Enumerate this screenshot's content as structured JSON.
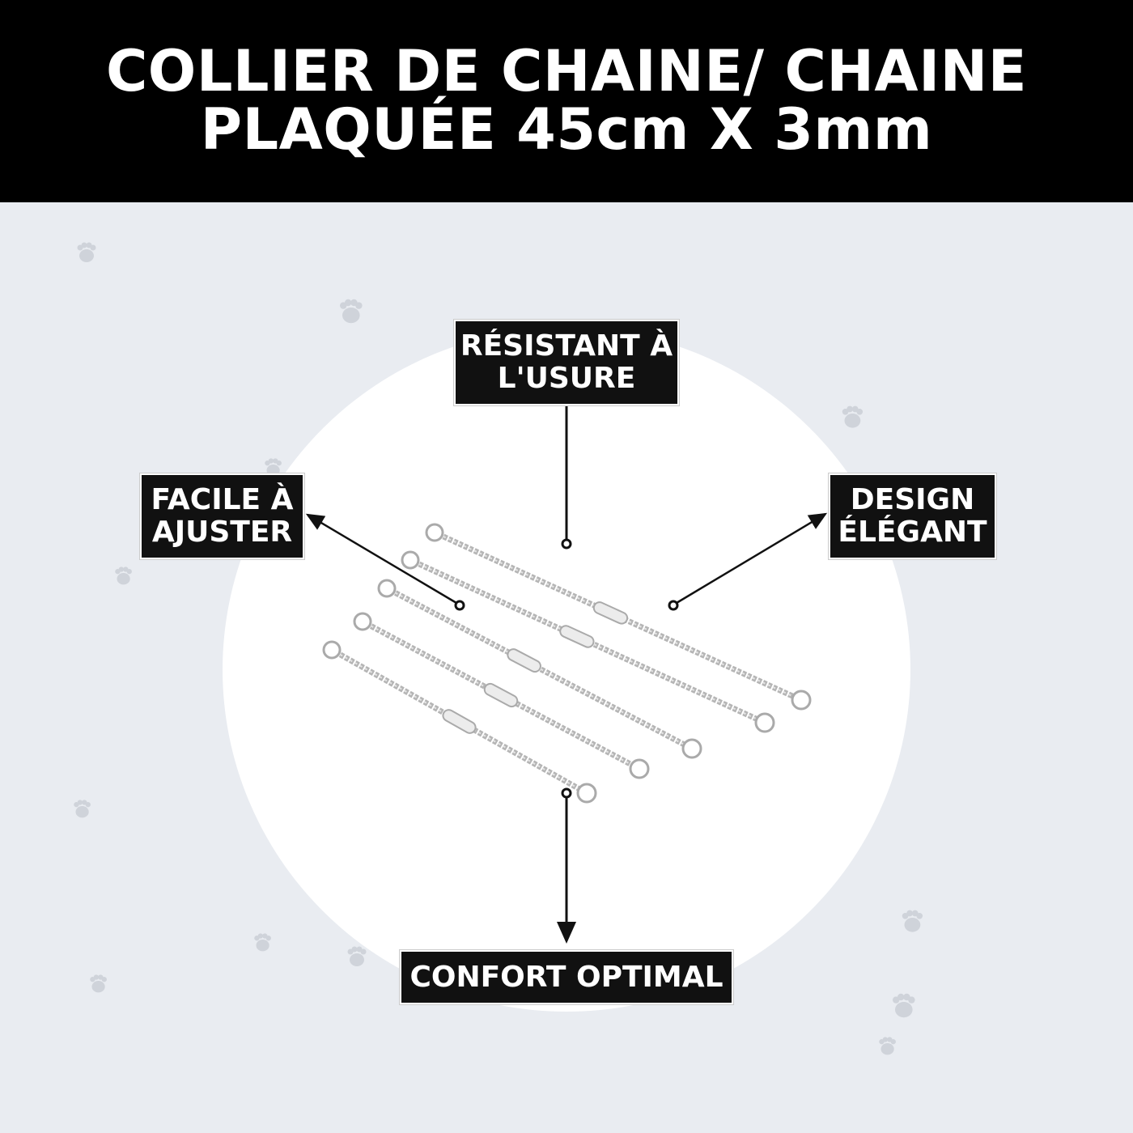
{
  "title": {
    "line1": "COLLIER DE CHAINE/ CHAINE",
    "line2": "PLAQUÉE 45cm X 3mm"
  },
  "features": {
    "top": {
      "line1": "RÉSISTANT À",
      "line2": "L'USURE"
    },
    "left": {
      "line1": "FACILE À",
      "line2": "AJUSTER"
    },
    "right": {
      "line1": "DESIGN",
      "line2": "ÉLÉGANT"
    },
    "bottom": {
      "line1": "CONFORT OPTIMAL"
    }
  },
  "colors": {
    "header": "#000000",
    "background": "#e9ecf1",
    "label": "#111111",
    "chain": "#b8b8b8"
  }
}
